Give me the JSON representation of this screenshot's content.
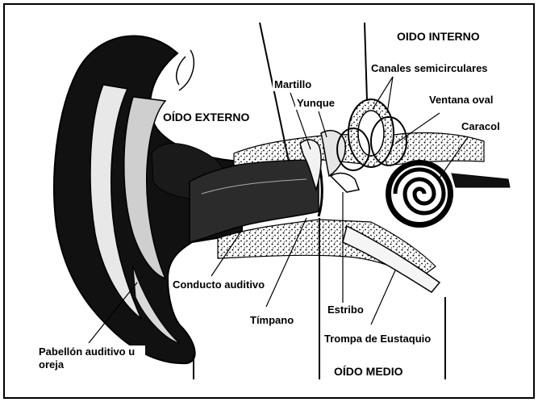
{
  "diagram": {
    "regions": {
      "outer_ear": "OÍDO EXTERNO",
      "inner_ear": "OIDO INTERNO",
      "middle_ear": "OÍDO MEDIO"
    },
    "labels": {
      "martillo": "Martillo",
      "yunque": "Yunque",
      "canales": "Canales semicirculares",
      "ventana": "Ventana oval",
      "caracol": "Caracol",
      "conducto": "Conducto auditivo",
      "timpano": "Tímpano",
      "estribo": "Estribo",
      "trompa": "Trompa de Eustaquio",
      "pabellon": "Pabellón auditivo u oreja"
    }
  }
}
